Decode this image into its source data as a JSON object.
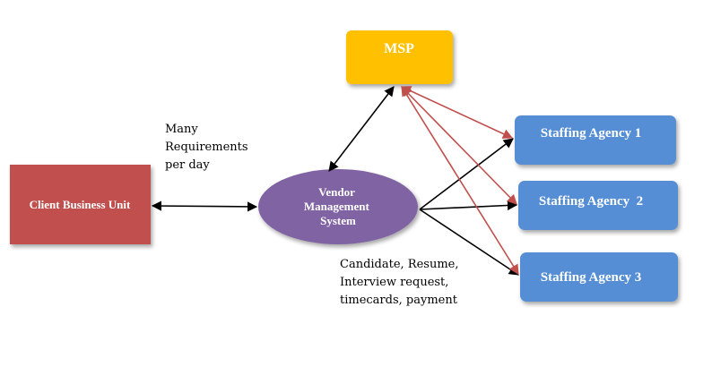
{
  "nodes": {
    "client": {
      "label": "Client Business Unit",
      "fill": "#c0504d"
    },
    "vms": {
      "lines": [
        "Vendor",
        "Management",
        "System"
      ],
      "fill": "#8064a2"
    },
    "msp": {
      "label": "MSP",
      "fill": "#ffc000"
    },
    "agency1": {
      "label": "Staffing Agency 1",
      "fill": "#558ed5"
    },
    "agency2": {
      "label": "Staffing Agency  2",
      "fill": "#558ed5"
    },
    "agency3": {
      "label": "Staffing Agency 3",
      "fill": "#558ed5"
    }
  },
  "notes": {
    "requirements": "Many\nRequirements\nper day",
    "documents": "Candidate, Resume,\nInterview request,\ntimecards, payment"
  },
  "colors": {
    "black_arrows": "#000000",
    "red_arrows": "#c0504d",
    "node_text": "#ffffff"
  }
}
